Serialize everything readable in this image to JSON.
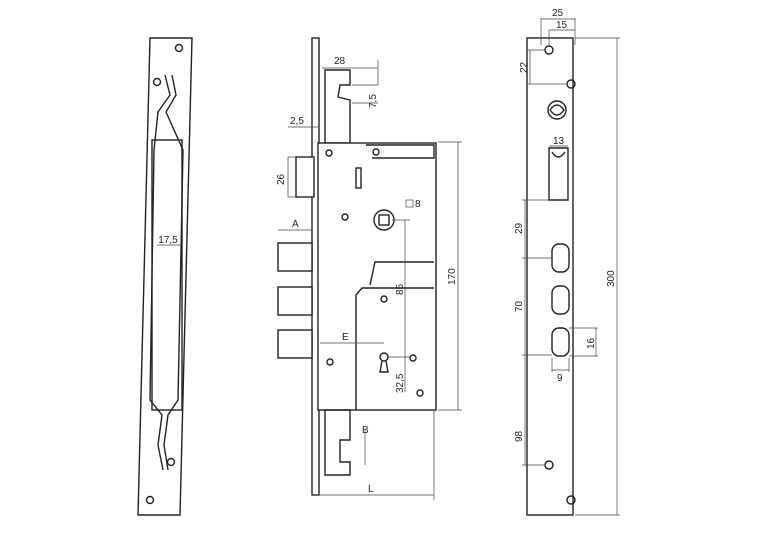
{
  "left_view": {
    "dim_width": "17,5"
  },
  "middle_view": {
    "dim_latch_width": "28",
    "dim_latch_step": "7,5",
    "dim_faceplate_offset": "2,5",
    "dim_latch_height": "26",
    "dim_bolt_label": "A",
    "dim_spindle": "8",
    "dim_body_height": "170",
    "dim_center_distance": "85",
    "dim_backset": "E",
    "dim_key_offset": "32,5",
    "dim_bolt_b": "B",
    "dim_length": "L"
  },
  "right_view": {
    "dim_width": "25",
    "dim_hole_offset": "15",
    "dim_top_hole": "22",
    "dim_slot_width": "13",
    "dim_slot_to_hole": "29",
    "dim_hole_spacing": "70",
    "dim_total_length": "300",
    "dim_hole_height": "16",
    "dim_hole_width": "9",
    "dim_bottom": "98"
  }
}
